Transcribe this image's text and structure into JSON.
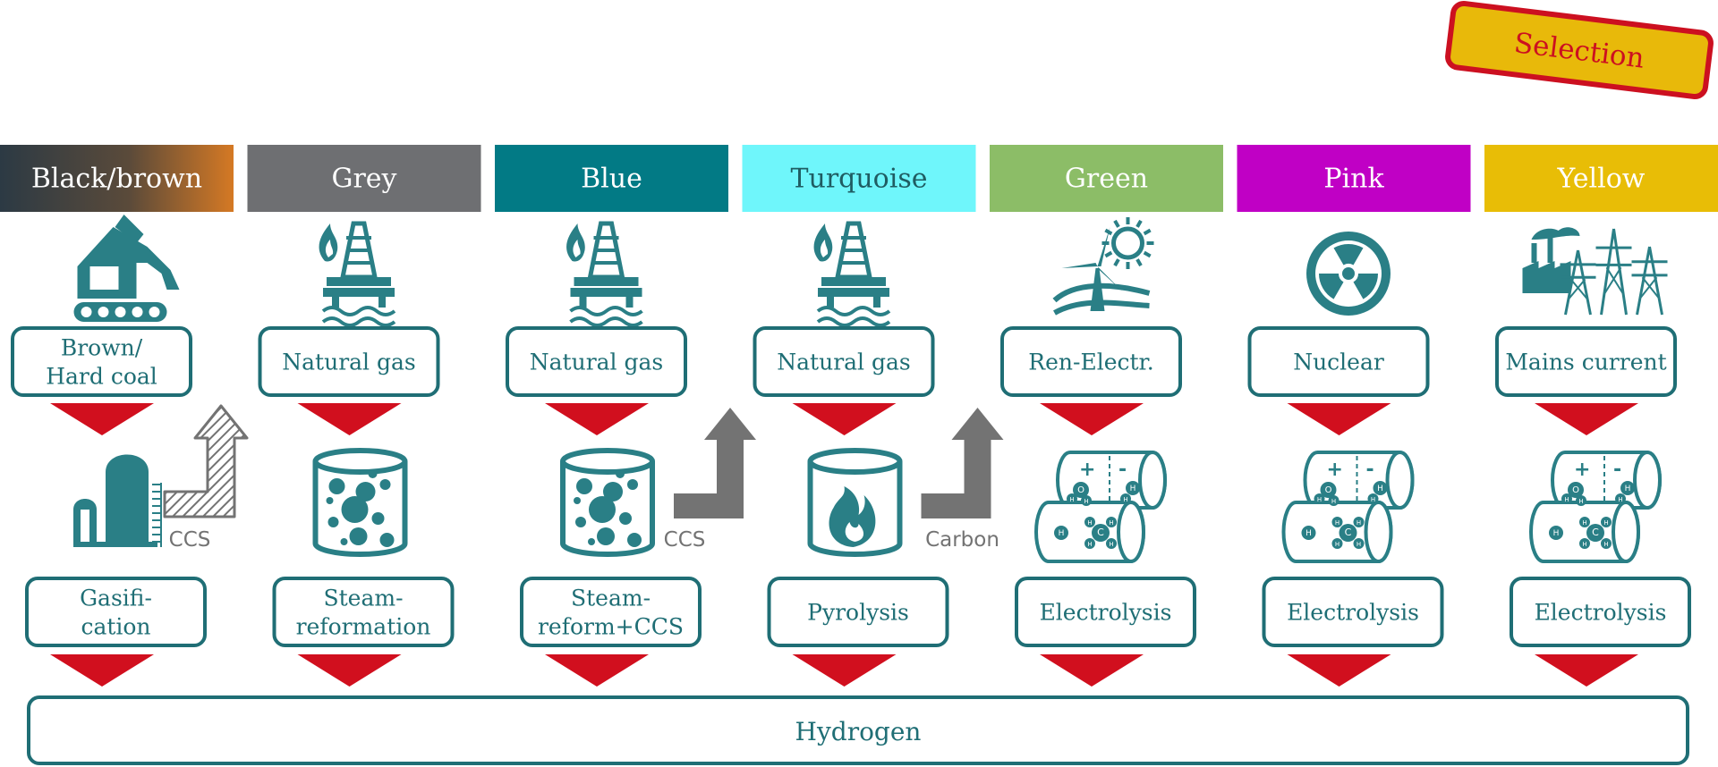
{
  "stamp": {
    "label": "Selection"
  },
  "colors": {
    "teal": "#1f6e75",
    "teal_fill": "#2a7f86",
    "arrow_red": "#d10f1e",
    "grey_arrow": "#737373",
    "stamp_fill": "#e8b90a",
    "stamp_border": "#cc1020",
    "stamp_text": "#cc1020"
  },
  "columns": [
    {
      "key": "black-brown",
      "header": "Black/brown",
      "header_bg": "gradient",
      "header_text_color": "#ffffff",
      "source_icon": "excavator-icon",
      "source_label": [
        "Brown/",
        "Hard coal"
      ],
      "process_icon": "gasifier-icon",
      "process_label": [
        "Gasifi-",
        "cation"
      ],
      "side_arrow": "hatched",
      "side_label": "CCS"
    },
    {
      "key": "grey",
      "header": "Grey",
      "header_bg": "#6e6f72",
      "header_text_color": "#ffffff",
      "source_icon": "gas-rig-icon",
      "source_label": [
        "Natural gas"
      ],
      "process_icon": "bubble-tank-icon",
      "process_label": [
        "Steam-",
        "reformation"
      ],
      "side_arrow": "none",
      "side_label": ""
    },
    {
      "key": "blue",
      "header": "Blue",
      "header_bg": "#027a85",
      "header_text_color": "#ffffff",
      "source_icon": "gas-rig-icon",
      "source_label": [
        "Natural gas"
      ],
      "process_icon": "bubble-tank-icon",
      "process_label": [
        "Steam-",
        "reform+CCS"
      ],
      "side_arrow": "solid",
      "side_label": "CCS"
    },
    {
      "key": "turquoise",
      "header": "Turquoise",
      "header_bg": "#6ff6fb",
      "header_text_color": "#1f5c62",
      "source_icon": "gas-rig-icon",
      "source_label": [
        "Natural gas"
      ],
      "process_icon": "flame-tank-icon",
      "process_label": [
        "Pyrolysis"
      ],
      "side_arrow": "solid",
      "side_label": "Carbon"
    },
    {
      "key": "green",
      "header": "Green",
      "header_bg": "#8cbd67",
      "header_text_color": "#ffffff",
      "source_icon": "wind-solar-icon",
      "source_label": [
        "Ren-Electr."
      ],
      "process_icon": "electrolyzer-icon",
      "process_label": [
        "Electrolysis"
      ],
      "side_arrow": "none",
      "side_label": ""
    },
    {
      "key": "pink",
      "header": "Pink",
      "header_bg": "#c000c5",
      "header_text_color": "#ffffff",
      "source_icon": "nuclear-icon",
      "source_label": [
        "Nuclear"
      ],
      "process_icon": "electrolyzer-icon",
      "process_label": [
        "Electrolysis"
      ],
      "side_arrow": "none",
      "side_label": ""
    },
    {
      "key": "yellow",
      "header": "Yellow",
      "header_bg": "#e8bd06",
      "header_text_color": "#ffffff",
      "source_icon": "power-grid-icon",
      "source_label": [
        "Mains current"
      ],
      "process_icon": "electrolyzer-icon",
      "process_label": [
        "Electrolysis"
      ],
      "side_arrow": "none",
      "side_label": ""
    }
  ],
  "output": {
    "label": "Hydrogen"
  }
}
